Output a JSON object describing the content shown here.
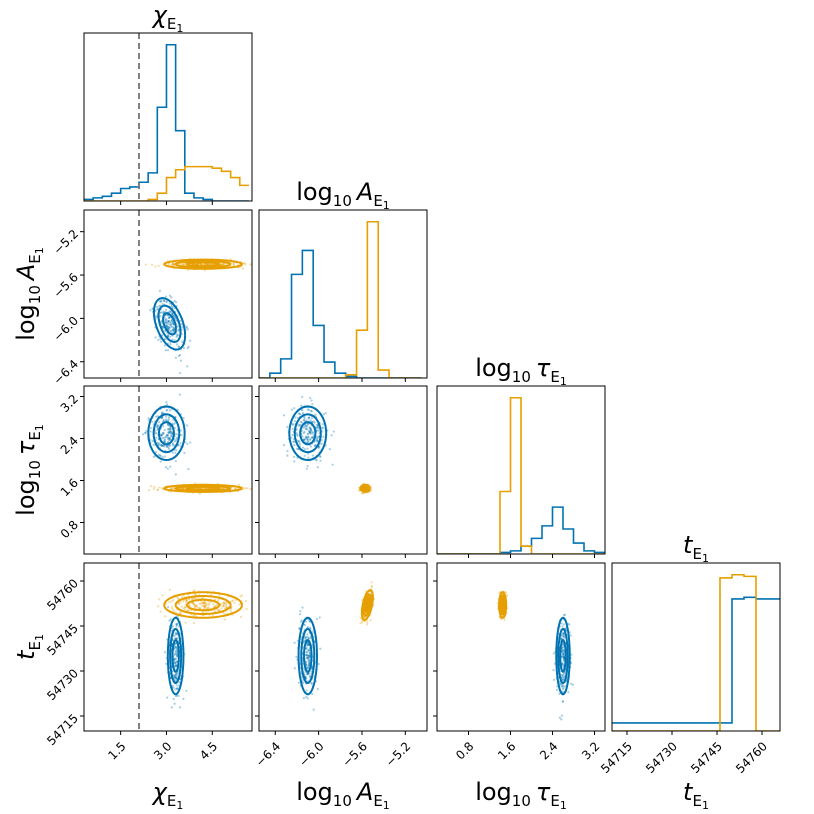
{
  "chart_data": {
    "type": "corner",
    "parameters": [
      {
        "name": "χ",
        "subscript": "E",
        "sub_index": "1",
        "label_prefix": "",
        "range": [
          0.3,
          5.8
        ],
        "ticks": [
          1.5,
          3.0,
          4.5
        ],
        "tick_labels": [
          "1.5",
          "3.0",
          "4.5"
        ]
      },
      {
        "name": "A",
        "subscript": "E",
        "sub_index": "1",
        "label_prefix": "log",
        "label_base": "10",
        "range": [
          -6.55,
          -5.0
        ],
        "ticks": [
          -6.4,
          -6.0,
          -5.6,
          -5.2
        ],
        "tick_labels": [
          "−6.4",
          "−6.0",
          "−5.6",
          "−5.2"
        ]
      },
      {
        "name": "τ",
        "subscript": "E",
        "sub_index": "1",
        "label_prefix": "log",
        "label_base": "10",
        "range": [
          0.2,
          3.4
        ],
        "ticks": [
          0.8,
          1.6,
          2.4,
          3.2
        ],
        "tick_labels": [
          "0.8",
          "1.6",
          "2.4",
          "3.2"
        ],
        "diag_ticks": [
          0.8,
          1.6,
          2.4,
          3.2
        ],
        "diag_tick_labels": [
          "0.8",
          "1.6",
          "2.4",
          "3.2"
        ]
      },
      {
        "name": "t",
        "subscript": "E",
        "sub_index": "1",
        "label_prefix": "",
        "range": [
          54710,
          54766
        ],
        "ticks": [
          54715,
          54730,
          54745,
          54760
        ],
        "tick_labels": [
          "54715",
          "54730",
          "54745",
          "54760"
        ]
      }
    ],
    "truth_line": {
      "parameter": 0,
      "value": 2.1,
      "color": "#808080",
      "style": "dashed"
    },
    "series": [
      {
        "color": "#0072B2",
        "diagonal": [
          {
            "param": 0,
            "bins": [
              0.3,
              0.6,
              0.9,
              1.2,
              1.5,
              1.8,
              2.1,
              2.4,
              2.7,
              3.0,
              3.3,
              3.6,
              3.9,
              4.2,
              4.5,
              4.8,
              5.1,
              5.4,
              5.7
            ],
            "heights": [
              0.01,
              0.02,
              0.03,
              0.05,
              0.08,
              0.09,
              0.12,
              0.18,
              0.6,
              1.0,
              0.45,
              0.05,
              0.02,
              0.01,
              0,
              0,
              0,
              0
            ]
          },
          {
            "param": 1,
            "bins": [
              -6.55,
              -6.45,
              -6.35,
              -6.25,
              -6.15,
              -6.05,
              -5.95,
              -5.85,
              -5.75,
              -5.65,
              -5.55,
              -5.45,
              -5.35,
              -5.25,
              -5.15,
              -5.05
            ],
            "heights": [
              0,
              0.03,
              0.12,
              0.65,
              0.8,
              0.33,
              0.1,
              0.03,
              0.01,
              0,
              0,
              0,
              0,
              0,
              0
            ]
          },
          {
            "param": 2,
            "bins": [
              0.2,
              0.4,
              0.6,
              0.8,
              1.0,
              1.2,
              1.4,
              1.6,
              1.8,
              2.0,
              2.2,
              2.4,
              2.6,
              2.8,
              3.0,
              3.2,
              3.4
            ],
            "heights": [
              0,
              0,
              0,
              0,
              0,
              0,
              0.01,
              0.02,
              0.05,
              0.1,
              0.18,
              0.3,
              0.16,
              0.07,
              0.02,
              0.01
            ]
          },
          {
            "param": 3,
            "bins": [
              54710,
              54714,
              54718,
              54722,
              54726,
              54730,
              54734,
              54738,
              54742,
              54746,
              54750,
              54754,
              54758,
              54762,
              54766
            ],
            "heights": [
              0.05,
              0.05,
              0.05,
              0.05,
              0.05,
              0.05,
              0.05,
              0.05,
              0.05,
              0.05,
              0.82,
              0.83,
              0.82,
              0.82
            ]
          }
        ],
        "pairs": [
          {
            "x": 0,
            "y": 1,
            "center": [
              3.1,
              -6.05
            ],
            "spread": [
              0.6,
              0.25
            ],
            "tilt": -0.5
          },
          {
            "x": 0,
            "y": 2,
            "center": [
              3.0,
              2.5
            ],
            "spread": [
              0.7,
              0.6
            ],
            "tilt": 0
          },
          {
            "x": 1,
            "y": 2,
            "center": [
              -6.1,
              2.5
            ],
            "spread": [
              0.2,
              0.6
            ],
            "tilt": 0
          },
          {
            "x": 0,
            "y": 3,
            "center": [
              3.3,
              54735
            ],
            "spread": [
              0.3,
              15
            ],
            "tilt": 0
          },
          {
            "x": 1,
            "y": 3,
            "center": [
              -6.1,
              54735
            ],
            "spread": [
              0.1,
              15
            ],
            "tilt": 0
          },
          {
            "x": 2,
            "y": 3,
            "center": [
              2.6,
              54735
            ],
            "spread": [
              0.15,
              15
            ],
            "tilt": 0
          }
        ]
      },
      {
        "color": "#E69F00",
        "diagonal": [
          {
            "param": 0,
            "bins": [
              0.3,
              0.6,
              0.9,
              1.2,
              1.5,
              1.8,
              2.1,
              2.4,
              2.7,
              3.0,
              3.3,
              3.6,
              3.9,
              4.2,
              4.5,
              4.8,
              5.1,
              5.4,
              5.7
            ],
            "heights": [
              0,
              0,
              0,
              0,
              0,
              0,
              0,
              0.01,
              0.05,
              0.15,
              0.2,
              0.22,
              0.22,
              0.22,
              0.21,
              0.19,
              0.15,
              0.1
            ]
          },
          {
            "param": 1,
            "bins": [
              -6.55,
              -6.45,
              -6.35,
              -6.25,
              -6.15,
              -6.05,
              -5.95,
              -5.85,
              -5.75,
              -5.65,
              -5.55,
              -5.45,
              -5.35,
              -5.25,
              -5.15,
              -5.05
            ],
            "heights": [
              0,
              0,
              0,
              0,
              0,
              0,
              0,
              0,
              0.02,
              0.3,
              0.98,
              0.05,
              0,
              0,
              0
            ]
          },
          {
            "param": 2,
            "bins": [
              0.2,
              0.4,
              0.6,
              0.8,
              1.0,
              1.2,
              1.4,
              1.6,
              1.8,
              2.0,
              2.2,
              2.4,
              2.6,
              2.8,
              3.0,
              3.2,
              3.4
            ],
            "heights": [
              0,
              0,
              0,
              0,
              0,
              0,
              0.4,
              1.0,
              0.05,
              0,
              0,
              0,
              0,
              0,
              0,
              0
            ]
          },
          {
            "param": 3,
            "bins": [
              54710,
              54714,
              54718,
              54722,
              54726,
              54730,
              54734,
              54738,
              54742,
              54746,
              54750,
              54754,
              54758,
              54762,
              54766
            ],
            "heights": [
              0,
              0,
              0,
              0,
              0,
              0,
              0,
              0,
              0,
              0.95,
              0.97,
              0.96,
              0,
              0
            ]
          }
        ],
        "pairs": [
          {
            "x": 0,
            "y": 1,
            "center": [
              4.2,
              -5.5
            ],
            "spread": [
              1.5,
              0.05
            ],
            "tilt": 0
          },
          {
            "x": 0,
            "y": 2,
            "center": [
              4.2,
              1.45
            ],
            "spread": [
              1.5,
              0.08
            ],
            "tilt": 0
          },
          {
            "x": 1,
            "y": 2,
            "center": [
              -5.57,
              1.45
            ],
            "spread": [
              0.05,
              0.08
            ],
            "tilt": 0
          },
          {
            "x": 0,
            "y": 3,
            "center": [
              4.2,
              54752
            ],
            "spread": [
              1.5,
              5
            ],
            "tilt": 0
          },
          {
            "x": 1,
            "y": 3,
            "center": [
              -5.55,
              54752
            ],
            "spread": [
              0.06,
              5
            ],
            "tilt": 0.6
          },
          {
            "x": 2,
            "y": 3,
            "center": [
              1.45,
              54752
            ],
            "spread": [
              0.08,
              5
            ],
            "tilt": 0
          }
        ]
      }
    ]
  }
}
